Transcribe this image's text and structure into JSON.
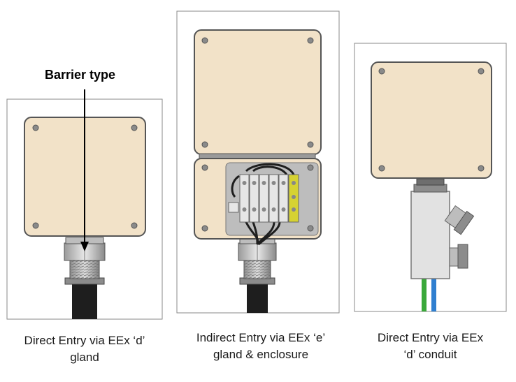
{
  "annotation": {
    "barrier_label": "Barrier type"
  },
  "panels": [
    {
      "caption_line1": "Direct Entry via EEx ‘d’",
      "caption_line2": "gland"
    },
    {
      "caption_line1": "Indirect Entry via EEx ‘e’",
      "caption_line2": "gland & enclosure"
    },
    {
      "caption_line1": "Direct Entry via EEx",
      "caption_line2": "‘d’ conduit"
    }
  ],
  "colors": {
    "enclosure_fill": "#f2e2c8",
    "enclosure_stroke": "#555555",
    "metal_light": "#d9d9d9",
    "metal_dark": "#8c8c8c",
    "cable": "#1e1e1e",
    "terminal_yellow": "#d6d232",
    "wire_green": "#3aa83a",
    "wire_blue": "#2f7fd0"
  }
}
